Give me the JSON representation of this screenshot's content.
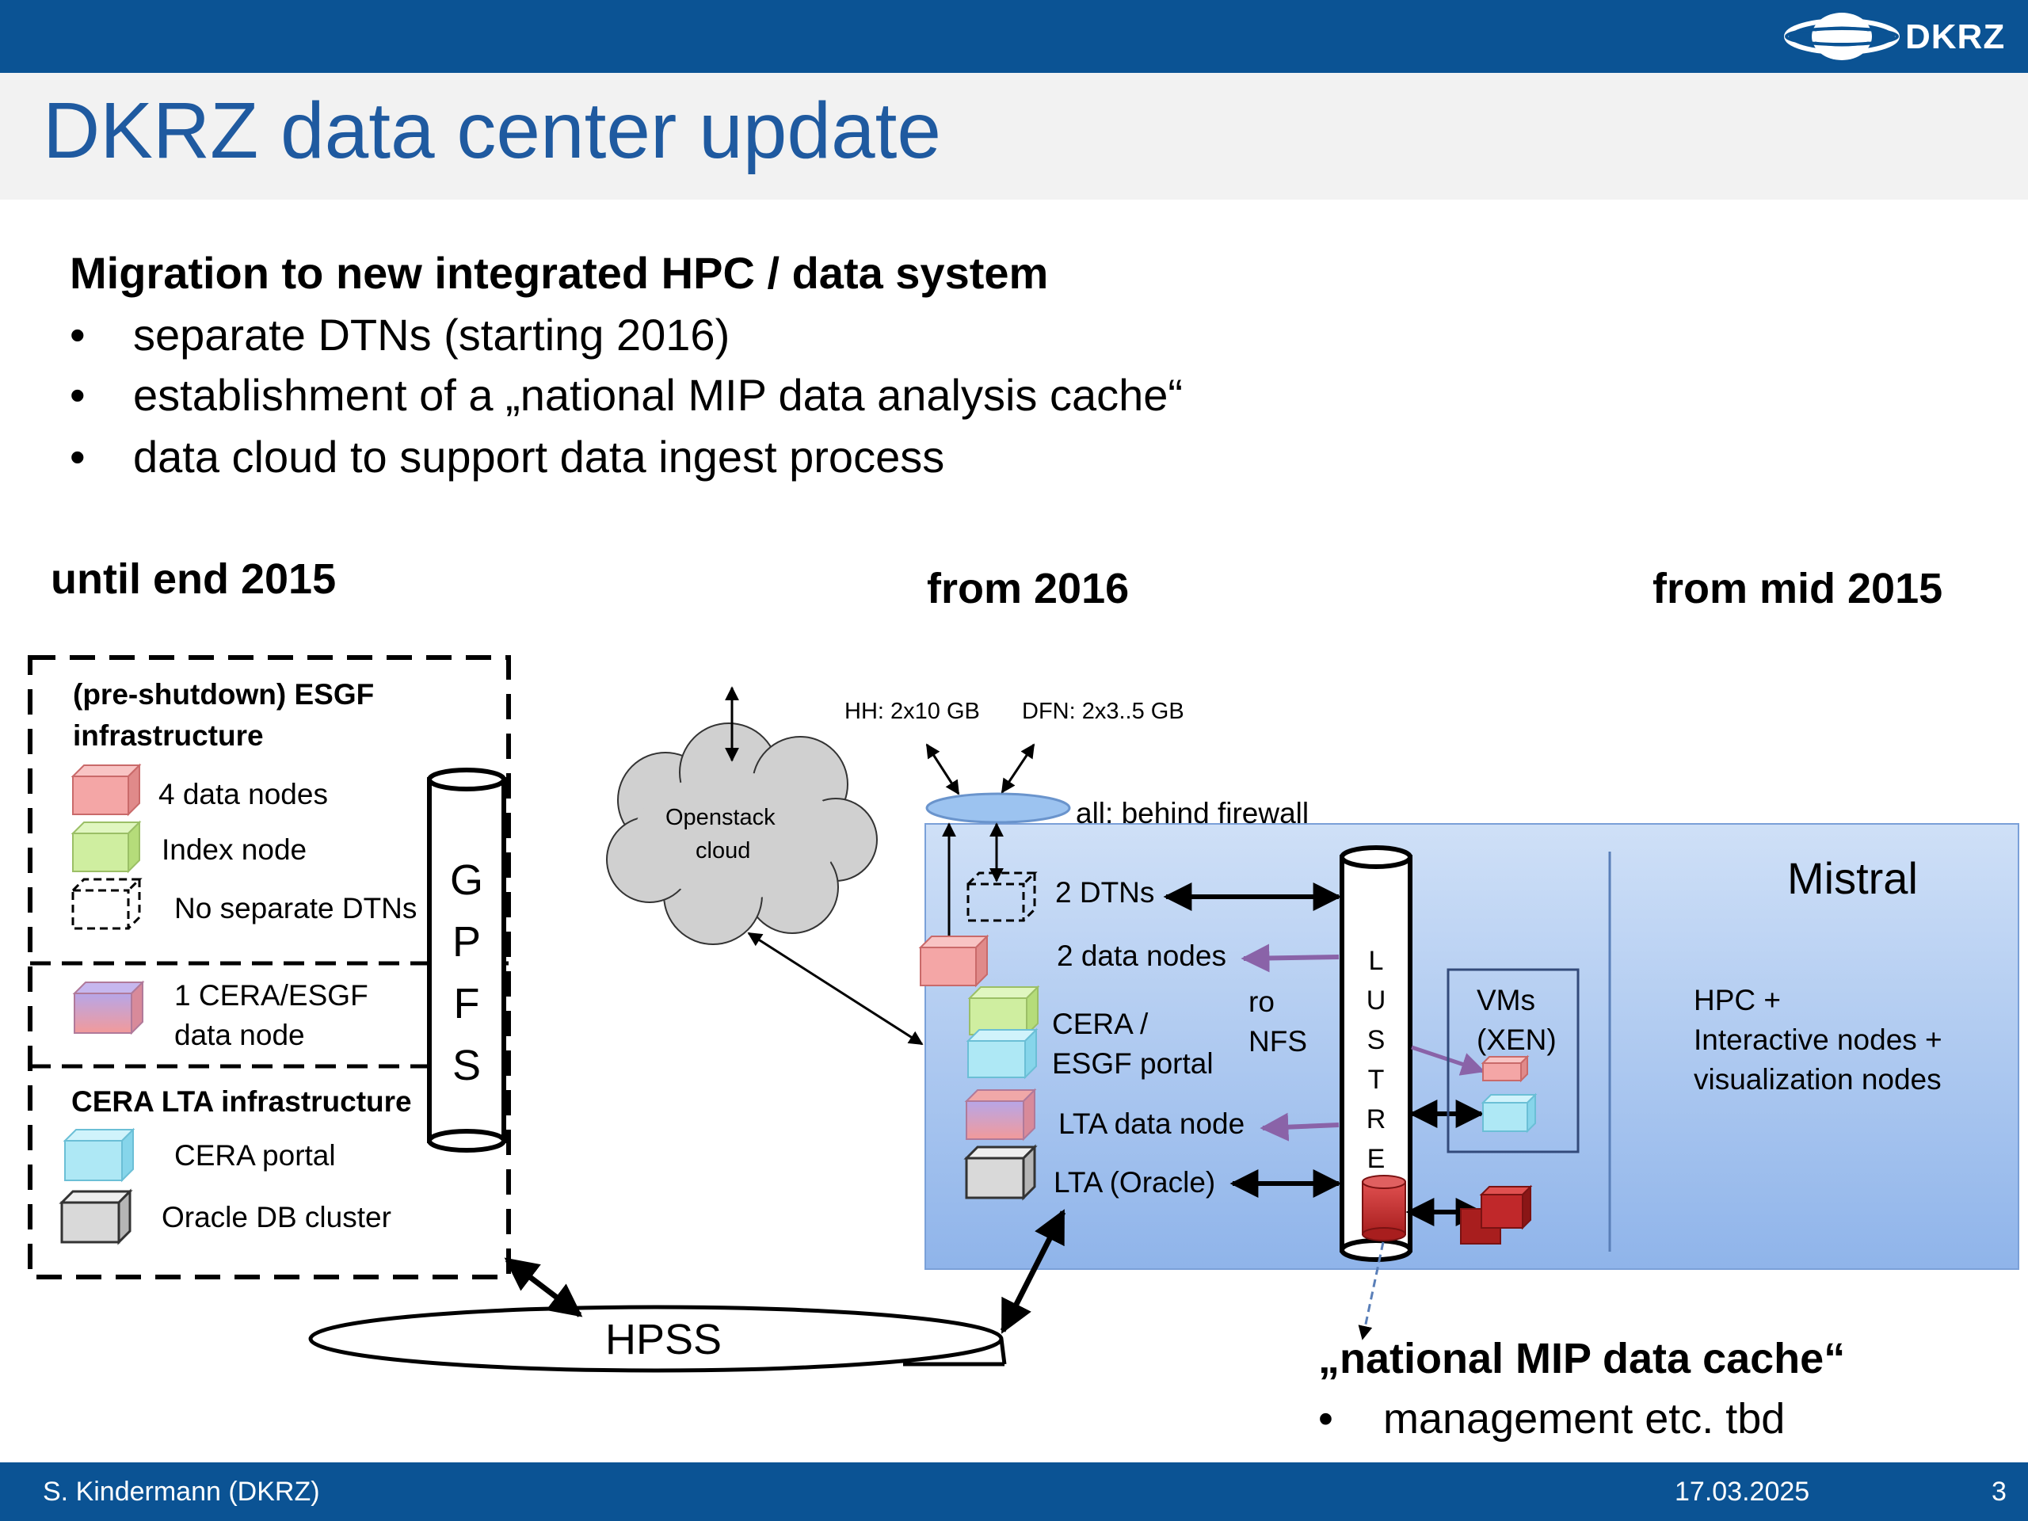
{
  "header": {
    "title": "DKRZ data center update",
    "logo_text": "DKRZ"
  },
  "intro": {
    "heading": "Migration to new integrated HPC / data system",
    "bullet_symbol": "•",
    "bullets": [
      "separate DTNs (starting 2016)",
      "establishment of a „national MIP data analysis cache“",
      "data cloud to support data ingest process"
    ]
  },
  "diagram": {
    "col_heads": {
      "left": "until end  2015",
      "middle": "from 2016",
      "right": "from mid 2015"
    },
    "esgf_box": {
      "title_line1": "(pre-shutdown) ESGF",
      "title_line2": "infrastructure",
      "data_nodes": "4 data nodes",
      "index_node": "Index node",
      "no_dtns": "No separate DTNs"
    },
    "cera_node": {
      "line1": "1 CERA/ESGF",
      "line2": "data node"
    },
    "lta_box": {
      "title": "CERA LTA infrastructure",
      "portal": "CERA portal",
      "oracle": "Oracle DB cluster"
    },
    "gpfs": [
      "G",
      "P",
      "F",
      "S"
    ],
    "hpss": "HPSS",
    "cloud": {
      "line1": "Openstack",
      "line2": "cloud"
    },
    "links": {
      "hh": "HH: 2x10 GB",
      "dfn": "DFN: 2x3..5 GB",
      "firewall": "all: behind firewall"
    },
    "mistral": {
      "title": "Mistral",
      "dtns": "2 DTNs",
      "data_nodes": "2 data nodes",
      "cera_line1": "CERA /",
      "cera_line2": "ESGF portal",
      "ro": "ro",
      "nfs": "NFS",
      "lta_data_node": "LTA data node",
      "lta_oracle": "LTA (Oracle)",
      "lustre": [
        "L",
        "U",
        "S",
        "T",
        "R",
        "E"
      ],
      "vms_line1": "VMs",
      "vms_line2": "(XEN)",
      "hpc_line1": "HPC +",
      "hpc_line2": "Interactive nodes +",
      "hpc_line3": "visualization nodes"
    },
    "cache": {
      "title": "„national MIP data cache“",
      "bullet": "management  etc. tbd"
    }
  },
  "footer": {
    "author": "S. Kindermann (DKRZ)",
    "date": "17.03.2025",
    "page": "3"
  },
  "colors": {
    "brand_blue": "#0b5394",
    "title_blue": "#1f5aa0",
    "mistral_fill": "#a8c6ee",
    "data_node_red": "#f4a6a6",
    "index_green": "#cfeea0",
    "portal_cyan": "#aee8f5",
    "oracle_grey": "#d9d9d9",
    "arrow_purple": "#8a63a8",
    "storage_red": "#c0282a"
  }
}
